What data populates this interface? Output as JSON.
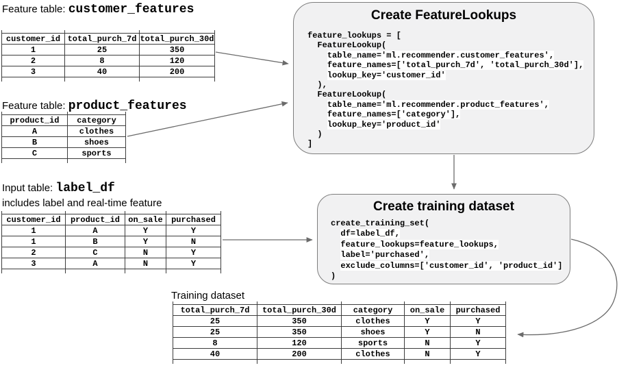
{
  "colors": {
    "box_fill": "#f1f1f2",
    "box_border": "#7d7d7d",
    "table_border": "#3c3c3c",
    "arrow": "#6b6b6b",
    "code_highlight": "#ffffff",
    "text": "#000000"
  },
  "tables": [
    {
      "id": "customer_features",
      "title_prefix": "Feature table: ",
      "title_code": "customer_features",
      "subtitle": "",
      "columns": [
        "customer_id",
        "total_purch_7d",
        "total_purch_30d"
      ],
      "rows": [
        [
          "1",
          "25",
          "350"
        ],
        [
          "2",
          "8",
          "120"
        ],
        [
          "3",
          "40",
          "200"
        ]
      ]
    },
    {
      "id": "product_features",
      "title_prefix": "Feature table: ",
      "title_code": "product_features",
      "subtitle": "",
      "columns": [
        "product_id",
        "category"
      ],
      "rows": [
        [
          "A",
          "clothes"
        ],
        [
          "B",
          "shoes"
        ],
        [
          "C",
          "sports"
        ]
      ]
    },
    {
      "id": "label_df",
      "title_prefix": "Input table: ",
      "title_code": "label_df",
      "subtitle": "includes label and real-time feature",
      "columns": [
        "customer_id",
        "product_id",
        "on_sale",
        "purchased"
      ],
      "rows": [
        [
          "1",
          "A",
          "Y",
          "Y"
        ],
        [
          "1",
          "B",
          "Y",
          "N"
        ],
        [
          "2",
          "C",
          "N",
          "Y"
        ],
        [
          "3",
          "A",
          "N",
          "Y"
        ]
      ]
    },
    {
      "id": "training_dataset",
      "title_prefix": "Training dataset",
      "title_code": "",
      "subtitle": "",
      "columns": [
        "total_purch_7d",
        "total_purch_30d",
        "category",
        "on_sale",
        "purchased"
      ],
      "rows": [
        [
          "25",
          "350",
          "clothes",
          "Y",
          "Y"
        ],
        [
          "25",
          "350",
          "shoes",
          "Y",
          "N"
        ],
        [
          "8",
          "120",
          "sports",
          "N",
          "Y"
        ],
        [
          "40",
          "200",
          "clothes",
          "N",
          "Y"
        ]
      ]
    }
  ],
  "boxes": [
    {
      "id": "create_feature_lookups",
      "title": "Create FeatureLookups",
      "code": [
        {
          "text": "feature_lookups = [",
          "hl": false
        },
        {
          "text": "  FeatureLookup(",
          "hl": false
        },
        {
          "text": "    table_name='ml.recommender.customer_features',",
          "hl": true
        },
        {
          "text": "    feature_names=['total_purch_7d', 'total_purch_30d'],",
          "hl": true
        },
        {
          "text": "    lookup_key='customer_id'",
          "hl": true
        },
        {
          "text": "  ),",
          "hl": false
        },
        {
          "text": "  FeatureLookup(",
          "hl": false
        },
        {
          "text": "    table_name='ml.recommender.product_features',",
          "hl": true
        },
        {
          "text": "    feature_names=['category'],",
          "hl": true
        },
        {
          "text": "    lookup_key='product_id'",
          "hl": true
        },
        {
          "text": "  )",
          "hl": false
        },
        {
          "text": "]",
          "hl": false
        }
      ]
    },
    {
      "id": "create_training_dataset",
      "title": "Create training dataset",
      "code": [
        {
          "text": "create_training_set(",
          "hl": false
        },
        {
          "text": "  df=label_df,",
          "hl": true
        },
        {
          "text": "  feature_lookups=feature_lookups,",
          "hl": true
        },
        {
          "text": "  label='purchased',",
          "hl": true
        },
        {
          "text": "  exclude_columns=['customer_id', 'product_id']",
          "hl": true
        },
        {
          "text": ")",
          "hl": false
        }
      ]
    }
  ]
}
